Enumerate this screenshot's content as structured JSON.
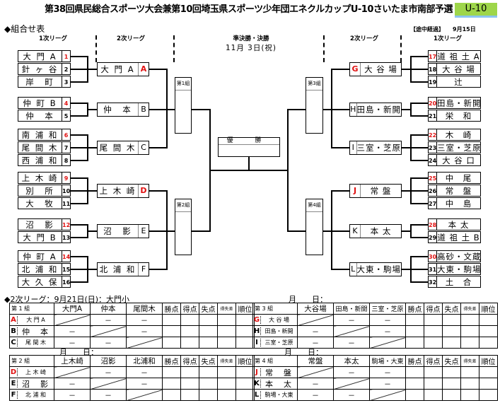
{
  "header": {
    "title": "第38回県民総合スポーツ大会兼第10回埼玉県スポーツ少年団エネクルカップU-10さいたま市南部予選",
    "badge": "U-10",
    "section_title": "◆組合せ表",
    "status_note": "【途中経過】",
    "date_note": "9月15日"
  },
  "columns": {
    "left_league1": "1次リーグ",
    "left_league2": "2次リーグ",
    "finals": "準決勝・決勝",
    "finals_date": "11月 3日(祝)",
    "right_league2": "2次リーグ",
    "right_league1": "1次リーグ"
  },
  "bracket": {
    "left_first": [
      {
        "name": "大 門 A",
        "num": "1",
        "seed": true
      },
      {
        "name": "針 ヶ 谷",
        "num": "2",
        "seed": false
      },
      {
        "name": "岸　町",
        "num": "3",
        "seed": false
      },
      {
        "name": "仲 町 B",
        "num": "4",
        "seed": true
      },
      {
        "name": "仲　本",
        "num": "5",
        "seed": false
      },
      {
        "name": "南 浦 和",
        "num": "6",
        "seed": true
      },
      {
        "name": "尾 間 木",
        "num": "7",
        "seed": false
      },
      {
        "name": "西 浦 和",
        "num": "8",
        "seed": false
      },
      {
        "name": "上 木 崎",
        "num": "9",
        "seed": true
      },
      {
        "name": "別　所",
        "num": "10",
        "seed": false
      },
      {
        "name": "大　牧",
        "num": "11",
        "seed": false
      },
      {
        "name": "沼　影",
        "num": "12",
        "seed": true
      },
      {
        "name": "大 門 B",
        "num": "13",
        "seed": false
      },
      {
        "name": "仲 町 A",
        "num": "14",
        "seed": true
      },
      {
        "name": "北 浦 和",
        "num": "15",
        "seed": false
      },
      {
        "name": "大 久 保",
        "num": "16",
        "seed": false
      }
    ],
    "left_second": [
      {
        "name": "大 門 A",
        "letter": "A",
        "seed": true
      },
      {
        "name": "仲　本",
        "letter": "B",
        "seed": false
      },
      {
        "name": "尾 間 木",
        "letter": "C",
        "seed": false
      },
      {
        "name": "上 木 崎",
        "letter": "D",
        "seed": true
      },
      {
        "name": "沼　影",
        "letter": "E",
        "seed": false
      },
      {
        "name": "北 浦 和",
        "letter": "F",
        "seed": false
      }
    ],
    "right_first": [
      {
        "name": "道 祖 土 A",
        "num": "17",
        "seed": true
      },
      {
        "name": "大 谷 場",
        "num": "18",
        "seed": false
      },
      {
        "name": "辻",
        "num": "19",
        "seed": false
      },
      {
        "name": "田島・新開",
        "num": "20",
        "seed": true
      },
      {
        "name": "栄　和",
        "num": "21",
        "seed": false
      },
      {
        "name": "木　崎",
        "num": "22",
        "seed": true
      },
      {
        "name": "三室・芝原",
        "num": "23",
        "seed": false
      },
      {
        "name": "大 谷 口",
        "num": "24",
        "seed": false
      },
      {
        "name": "中　尾",
        "num": "25",
        "seed": true
      },
      {
        "name": "常　盤",
        "num": "26",
        "seed": false
      },
      {
        "name": "中　島",
        "num": "27",
        "seed": false
      },
      {
        "name": "本 太",
        "num": "28",
        "seed": true
      },
      {
        "name": "道 祖 土 B",
        "num": "29",
        "seed": false
      },
      {
        "name": "高砂・文蔵",
        "num": "30",
        "seed": true
      },
      {
        "name": "大東・駒場",
        "num": "31",
        "seed": false
      },
      {
        "name": "土　合",
        "num": "32",
        "seed": false
      }
    ],
    "right_second": [
      {
        "name": "大 谷 場",
        "letter": "G",
        "seed": true
      },
      {
        "name": "田島・新開",
        "letter": "H",
        "seed": false
      },
      {
        "name": "三室・芝原",
        "letter": "I",
        "seed": false
      },
      {
        "name": "常 盤",
        "letter": "J",
        "seed": true
      },
      {
        "name": "本 太",
        "letter": "K",
        "seed": false
      },
      {
        "name": "大東・駒場",
        "letter": "L",
        "seed": false
      }
    ],
    "group_boxes": [
      "第1組",
      "第2組",
      "第3組",
      "第4組"
    ],
    "champion_label": "優 勝"
  },
  "league_section": {
    "title": "◆2次リーグ：9月21日(日)：大門小",
    "date_placeholder": "月　　日：",
    "stat_headers": [
      "勝点",
      "得点",
      "失点",
      "得失差",
      "順位"
    ],
    "dash": "－",
    "groups": [
      {
        "label": "第 1 組",
        "opponents": [
          "大門A",
          "仲本",
          "尾間木"
        ],
        "rows": [
          {
            "letter": "A",
            "name": "大 門 A",
            "seed": true
          },
          {
            "letter": "B",
            "name": "仲　本",
            "seed": false
          },
          {
            "letter": "C",
            "name": "尾 間 木",
            "seed": false
          }
        ]
      },
      {
        "label": "第 2 組",
        "opponents": [
          "上木崎",
          "沼影",
          "北浦和"
        ],
        "rows": [
          {
            "letter": "D",
            "name": "上 木 崎",
            "seed": true
          },
          {
            "letter": "E",
            "name": "沼　影",
            "seed": false
          },
          {
            "letter": "F",
            "name": "北 浦 和",
            "seed": false
          }
        ]
      },
      {
        "label": "第 3 組",
        "opponents": [
          "大谷場",
          "田島・新開",
          "三室・芝原"
        ],
        "rows": [
          {
            "letter": "G",
            "name": "大 谷 場",
            "seed": true
          },
          {
            "letter": "H",
            "name": "田島・新開",
            "seed": false
          },
          {
            "letter": "I",
            "name": "三室・芝原",
            "seed": false
          }
        ]
      },
      {
        "label": "第 4 組",
        "opponents": [
          "常盤",
          "本太",
          "駒場・大東"
        ],
        "rows": [
          {
            "letter": "J",
            "name": "常　盤",
            "seed": true
          },
          {
            "letter": "K",
            "name": "本　太",
            "seed": false
          },
          {
            "letter": "L",
            "name": "駒場・大東",
            "seed": false
          }
        ]
      }
    ]
  }
}
